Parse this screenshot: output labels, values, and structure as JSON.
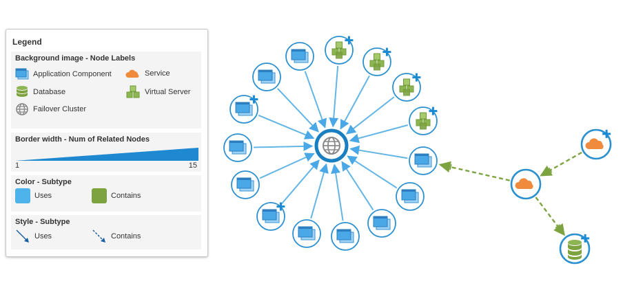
{
  "legend": {
    "title": "Legend",
    "background": {
      "title": "Background image - Node Labels",
      "items": [
        {
          "label": "Application Component",
          "icon": "application-component-icon"
        },
        {
          "label": "Service",
          "icon": "cloud-service-icon"
        },
        {
          "label": "Database",
          "icon": "database-icon"
        },
        {
          "label": "Virtual Server",
          "icon": "cubes-icon"
        },
        {
          "label": "Failover Cluster",
          "icon": "globe-icon"
        }
      ]
    },
    "border": {
      "title": "Border width - Num of Related Nodes",
      "min": "1",
      "max": "15"
    },
    "color": {
      "title": "Color - Subtype",
      "items": [
        {
          "label": "Uses",
          "color": "#4db3ea"
        },
        {
          "label": "Contains",
          "color": "#7da341"
        }
      ]
    },
    "style": {
      "title": "Style - Subtype",
      "items": [
        {
          "label": "Uses",
          "line": "solid"
        },
        {
          "label": "Contains",
          "line": "dashed"
        }
      ]
    }
  },
  "colors": {
    "uses": "#62b5e5",
    "contains": "#7da341",
    "node_border": "#2b90d0",
    "center_border": "#1a7fc0",
    "plus": "#1a8ad4",
    "cloud": "#f08a3c",
    "cube": "#8db552",
    "appcomp": "#4aa8e6"
  },
  "graph": {
    "center": {
      "id": "cluster",
      "icon": "globe-icon"
    },
    "spokes": [
      {
        "id": "n1",
        "icon": "application-component-icon",
        "plus": false
      },
      {
        "id": "n2",
        "icon": "cubes-icon",
        "plus": true
      },
      {
        "id": "n3",
        "icon": "cubes-icon",
        "plus": true
      },
      {
        "id": "n4",
        "icon": "cubes-icon",
        "plus": true
      },
      {
        "id": "n5",
        "icon": "cubes-icon",
        "plus": true
      },
      {
        "id": "n6",
        "icon": "application-component-icon",
        "plus": false
      },
      {
        "id": "n7",
        "icon": "application-component-icon",
        "plus": false
      },
      {
        "id": "n8",
        "icon": "application-component-icon",
        "plus": false
      },
      {
        "id": "n9",
        "icon": "application-component-icon",
        "plus": false
      },
      {
        "id": "n10",
        "icon": "application-component-icon",
        "plus": false
      },
      {
        "id": "n11",
        "icon": "application-component-icon",
        "plus": true
      },
      {
        "id": "n12",
        "icon": "application-component-icon",
        "plus": false
      },
      {
        "id": "n13",
        "icon": "application-component-icon",
        "plus": false
      },
      {
        "id": "n14",
        "icon": "application-component-icon",
        "plus": true
      },
      {
        "id": "n15",
        "icon": "application-component-icon",
        "plus": false
      }
    ],
    "satellites": [
      {
        "id": "svc_main",
        "icon": "cloud-service-icon",
        "plus": false
      },
      {
        "id": "svc_top",
        "icon": "cloud-service-icon",
        "plus": true
      },
      {
        "id": "db",
        "icon": "database-icon",
        "plus": true
      }
    ],
    "contains_edges": [
      {
        "from": "svc_top",
        "to": "svc_main"
      },
      {
        "from": "svc_main",
        "to": "n6"
      },
      {
        "from": "svc_main",
        "to": "db"
      }
    ]
  }
}
